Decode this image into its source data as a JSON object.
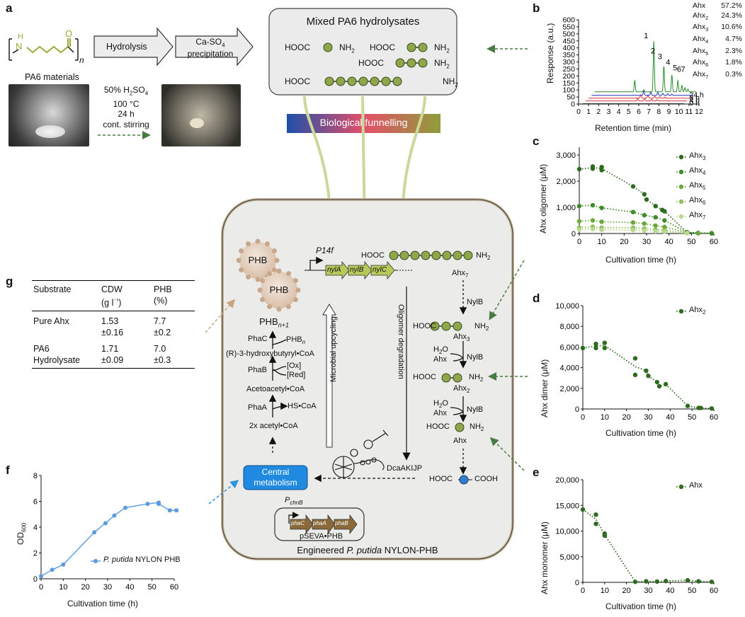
{
  "panels": {
    "a": "a",
    "b": "b",
    "c": "c",
    "d": "d",
    "e": "e",
    "f": "f",
    "g": "g"
  },
  "panel_a": {
    "monomer_n": "n",
    "monomer_nh": "N",
    "monomer_h": "H",
    "monomer_o": "O",
    "pa6_label": "PA6 materials",
    "arrow1": "Hydrolysis",
    "arrow2_l1": "Ca-SO",
    "arrow2_sub": "4",
    "arrow2_l2": "precipitation",
    "cond1": "50% H",
    "cond1_sub": "2",
    "cond1b": "SO",
    "cond1_sub2": "4",
    "cond2": "100 °C",
    "cond3": "24 h",
    "cond4": "cont. stirring",
    "mixed_title": "Mixed PA6 hydrolysates",
    "hooc": "HOOC",
    "nh2": "NH",
    "nh2_sub": "2",
    "funnel": "Biological funnelling"
  },
  "cell": {
    "phb": "PHB",
    "p14f": "P14f",
    "genes": [
      "nylA",
      "nylB",
      "nylC"
    ],
    "phb_n1": "PHB",
    "phb_n1_sub": "n+1",
    "phac": "PhaC",
    "phbn": "PHB",
    "phbn_sub": "n",
    "r3hb": "(R)-3-hydroxybutyryl•CoA",
    "phab": "PhaB",
    "ox": "[Ox]",
    "red": "[Red]",
    "acac": "Acetoacetyl•CoA",
    "phaa": "PhaA",
    "hscoa": "HS•CoA",
    "acetyl": "2x acetyl•CoA",
    "upcycling": "Microbial upcycling",
    "oligodeg": "Oligomer degradation",
    "central1": "Central",
    "central2": "metabolism",
    "dca": "DcaAKIJP",
    "pchnb": "P",
    "pchnb_sub": "chnB",
    "pha_genes": [
      "phaC",
      "phaA",
      "phaB"
    ],
    "pseva": "pSEVA•PHB",
    "engineered1": "Engineered ",
    "engineered2": "P. putida",
    "engineered3": " NYLON-PHB",
    "ahx7": "Ahx",
    "ahx7_sub": "7",
    "nylb": "NylB",
    "ahx3": "Ahx",
    "ahx3_sub": "3",
    "ahx2": "Ahx",
    "ahx2_sub": "2",
    "ahx": "Ahx",
    "h2o": "H",
    "h2o_sub": "2",
    "h2o_o": "O",
    "cooh": "COOH"
  },
  "panel_b": {
    "ylabel": "Response (a.u.)",
    "xlabel": "Retention time (min)",
    "yticks": [
      "0",
      "50",
      "100",
      "150",
      "200",
      "250",
      "300",
      "350",
      "400",
      "450",
      "500",
      "550",
      "600"
    ],
    "xticks": [
      "0",
      "1",
      "2",
      "3",
      "4",
      "5",
      "6",
      "7",
      "8",
      "9",
      "10",
      "11",
      "12"
    ],
    "peak_labels": [
      "1",
      "2",
      "3",
      "4",
      "5",
      "6",
      "7"
    ],
    "trace_labels": [
      "24 h",
      "8 h",
      "4 h",
      "0 h"
    ],
    "composition": [
      {
        "name": "Ahx",
        "sub": "",
        "value": "57.2%"
      },
      {
        "name": "Ahx",
        "sub": "2",
        "value": "24.3%"
      },
      {
        "name": "Ahx",
        "sub": "3",
        "value": "10.6%"
      },
      {
        "name": "Ahx",
        "sub": "4",
        "value": "4.7%"
      },
      {
        "name": "Ahx",
        "sub": "5",
        "value": "2.3%"
      },
      {
        "name": "Ahx",
        "sub": "6",
        "value": "1.8%"
      },
      {
        "name": "Ahx",
        "sub": "7",
        "value": "0.3%"
      }
    ]
  },
  "panel_g": {
    "headers": [
      "Substrate",
      "CDW",
      "(g l",
      "⁻¹",
      ")",
      "PHB",
      "(%)"
    ],
    "rows": [
      {
        "substrate": "Pure Ahx",
        "cdw": "1.53",
        "cdw_sd": "±0.16",
        "phb": "7.7",
        "phb_sd": "±0.2"
      },
      {
        "substrate": "PA6",
        "substrate2": "Hydrolysate",
        "cdw": "1.71",
        "cdw_sd": "±0.09",
        "phb": "7.0",
        "phb_sd": "±0.3"
      }
    ]
  },
  "colors": {
    "green_dark": "#2e6b1f",
    "olive": "#9aaa3a",
    "bead": "#8fa64a",
    "blue": "#3a7fd5",
    "cell_fill": "#ebebe9",
    "cell_border": "#c7b79a",
    "central_blue": "#1f8ae0",
    "funnel_start": "#1d4fa8",
    "funnel_mid": "#e44f6a",
    "funnel_end": "#8e9d3a"
  },
  "chart_data": [
    {
      "id": "c",
      "type": "scatter",
      "xlabel": "Cultivation time (h)",
      "ylabel": "Ahx oligomer (μM)",
      "xlim": [
        0,
        60
      ],
      "ylim": [
        0,
        3300
      ],
      "xticks": [
        0,
        10,
        20,
        30,
        40,
        50,
        60
      ],
      "yticks": [
        0,
        1000,
        2000,
        3000
      ],
      "ytick_labels": [
        "0",
        "1,000",
        "2,000",
        "3,000"
      ],
      "series": [
        {
          "name": "Ahx",
          "sub": "3",
          "color": "#2e6b1f",
          "points": [
            [
              0,
              2460
            ],
            [
              6,
              2560
            ],
            [
              6,
              2480
            ],
            [
              10,
              2540
            ],
            [
              10,
              2420
            ],
            [
              24,
              1800
            ],
            [
              29,
              1500
            ],
            [
              30,
              1300
            ],
            [
              34,
              1050
            ],
            [
              37,
              900
            ],
            [
              38,
              850
            ],
            [
              48,
              50
            ],
            [
              53,
              20
            ],
            [
              59,
              10
            ]
          ]
        },
        {
          "name": "Ahx",
          "sub": "4",
          "color": "#3f8a2a",
          "points": [
            [
              0,
              1050
            ],
            [
              6,
              1080
            ],
            [
              10,
              980
            ],
            [
              24,
              820
            ],
            [
              29,
              700
            ],
            [
              34,
              620
            ],
            [
              38,
              500
            ],
            [
              48,
              40
            ],
            [
              53,
              10
            ],
            [
              59,
              5
            ]
          ]
        },
        {
          "name": "Ahx",
          "sub": "5",
          "color": "#6aa83c",
          "points": [
            [
              0,
              470
            ],
            [
              6,
              500
            ],
            [
              10,
              450
            ],
            [
              24,
              420
            ],
            [
              29,
              380
            ],
            [
              34,
              300
            ],
            [
              38,
              250
            ],
            [
              48,
              30
            ],
            [
              53,
              10
            ]
          ]
        },
        {
          "name": "Ahx",
          "sub": "6",
          "color": "#8fc05a",
          "points": [
            [
              0,
              230
            ],
            [
              6,
              260
            ],
            [
              10,
              220
            ],
            [
              24,
              220
            ],
            [
              29,
              190
            ],
            [
              34,
              150
            ],
            [
              38,
              120
            ],
            [
              48,
              15
            ]
          ]
        },
        {
          "name": "Ahx",
          "sub": "7",
          "color": "#b9d88f",
          "points": [
            [
              0,
              150
            ],
            [
              6,
              170
            ],
            [
              10,
              140
            ],
            [
              24,
              130
            ],
            [
              29,
              110
            ],
            [
              34,
              80
            ],
            [
              38,
              60
            ],
            [
              48,
              10
            ]
          ]
        }
      ]
    },
    {
      "id": "d",
      "type": "scatter",
      "xlabel": "Cultivation time (h)",
      "ylabel": "Ahx dimer (μM)",
      "xlim": [
        0,
        60
      ],
      "ylim": [
        0,
        10000
      ],
      "xticks": [
        0,
        10,
        20,
        30,
        40,
        50,
        60
      ],
      "yticks": [
        0,
        2000,
        4000,
        6000,
        8000,
        10000
      ],
      "ytick_labels": [
        "0",
        "2,000",
        "4,000",
        "6,000",
        "8,000",
        "10,000"
      ],
      "series": [
        {
          "name": "Ahx",
          "sub": "2",
          "color": "#2e6b1f",
          "points": [
            [
              0,
              5900
            ],
            [
              6,
              6300
            ],
            [
              6,
              5900
            ],
            [
              10,
              6400
            ],
            [
              10,
              5900
            ],
            [
              24,
              4900
            ],
            [
              24,
              3300
            ],
            [
              29,
              3700
            ],
            [
              30,
              3200
            ],
            [
              34,
              2600
            ],
            [
              35,
              2200
            ],
            [
              38,
              2400
            ],
            [
              48,
              300
            ],
            [
              53,
              100
            ],
            [
              54,
              100
            ],
            [
              59,
              50
            ]
          ]
        }
      ]
    },
    {
      "id": "e",
      "type": "scatter",
      "xlabel": "Cultivation time (h)",
      "ylabel": "Ahx monomer (μM)",
      "xlim": [
        0,
        60
      ],
      "ylim": [
        0,
        20000
      ],
      "xticks": [
        0,
        10,
        20,
        30,
        40,
        50,
        60
      ],
      "yticks": [
        0,
        5000,
        10000,
        15000,
        20000
      ],
      "ytick_labels": [
        "0",
        "5,000",
        "10,000",
        "15,000",
        "20,000"
      ],
      "series": [
        {
          "name": "Ahx",
          "sub": "",
          "color": "#2e6b1f",
          "points": [
            [
              0,
              14200
            ],
            [
              6,
              13200
            ],
            [
              6,
              11400
            ],
            [
              10,
              9500
            ],
            [
              10,
              9100
            ],
            [
              24,
              100
            ],
            [
              29,
              200
            ],
            [
              34,
              150
            ],
            [
              38,
              250
            ],
            [
              48,
              400
            ],
            [
              53,
              200
            ],
            [
              59,
              100
            ]
          ]
        }
      ]
    },
    {
      "id": "f",
      "type": "line",
      "xlabel": "Cultivation time (h)",
      "ylabel": "OD",
      "ylabel_sub": "600",
      "xlim": [
        0,
        60
      ],
      "ylim": [
        0,
        8
      ],
      "xticks": [
        0,
        10,
        20,
        30,
        40,
        50,
        60
      ],
      "yticks": [
        0,
        2,
        4,
        6,
        8
      ],
      "ytick_labels": [
        "0",
        "2",
        "4",
        "6",
        "8"
      ],
      "series": [
        {
          "name": "P. putida NYLON PHB",
          "color": "#5b9be0",
          "points": [
            [
              0,
              0.2
            ],
            [
              5,
              0.7
            ],
            [
              10,
              1.1
            ],
            [
              24,
              3.6
            ],
            [
              29,
              4.3
            ],
            [
              33,
              4.9
            ],
            [
              38,
              5.5
            ],
            [
              48,
              5.8
            ],
            [
              53,
              5.9
            ],
            [
              53,
              5.8
            ],
            [
              58,
              5.3
            ],
            [
              61,
              5.3
            ]
          ]
        }
      ]
    }
  ]
}
